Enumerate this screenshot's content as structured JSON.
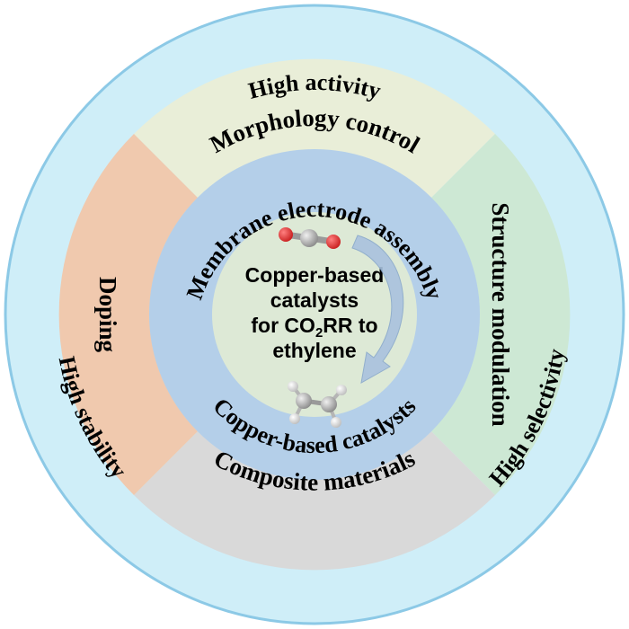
{
  "outer_ring": {
    "top": "High activity",
    "right": "High selectivity",
    "left": "High stability"
  },
  "middle_ring": {
    "top": "Morphology control",
    "right": "Structure modulation",
    "bottom": "Composite materials",
    "left": "Doping"
  },
  "inner_ring": {
    "top": "Membrane electrode assembly",
    "bottom": "Copper-based catalysts"
  },
  "center": {
    "line1": "Copper-based",
    "line2": "catalysts",
    "line3_prefix": "for CO",
    "line3_sub": "2",
    "line3_suffix": "RR to",
    "line4": "ethylene"
  },
  "colors": {
    "outer_ring": "#cfeef8",
    "outer_border": "#8cc9e6",
    "segment_top": "#e9eed8",
    "segment_right": "#cde8d4",
    "segment_bottom": "#d9d9d9",
    "segment_left": "#f0c9ae",
    "inner_ring": "#b4cfe9",
    "center": "#dde9d6",
    "arrow": "#a9c2de"
  },
  "icons": {
    "top_molecule": "co2-molecule-icon",
    "bottom_molecule": "ethylene-molecule-icon",
    "conversion_arrow": "curved-arrow-icon"
  }
}
